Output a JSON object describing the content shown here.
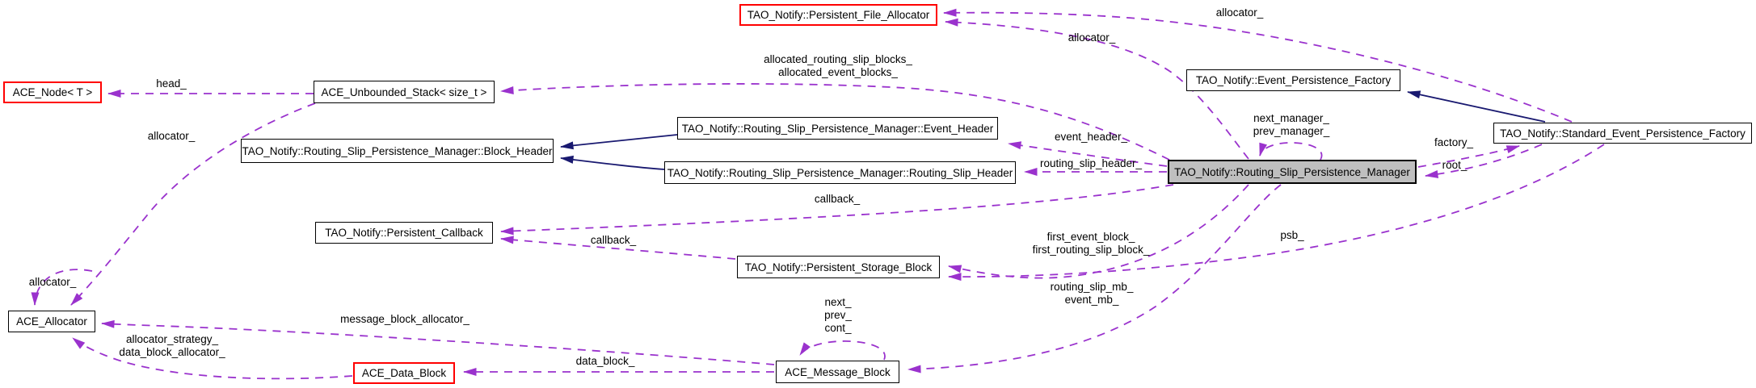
{
  "diagram": {
    "kind": "doxygen-collaboration-graph",
    "focus_class": "TAO_Notify::Routing_Slip_Persistence_Manager",
    "colors": {
      "background": "#ffffff",
      "usage_edge": "#9a32cd",
      "inheritance_edge": "#191970",
      "node_border": "#000000",
      "truncated_node_border": "#ff0000",
      "focus_node_fill": "#bfbfbf"
    }
  },
  "nodes": [
    {
      "id": "ace-node",
      "label": "ACE_Node< T >"
    },
    {
      "id": "ace-unbounded-stack",
      "label": "ACE_Unbounded_Stack< size_t >"
    },
    {
      "id": "persistent-file-allocator",
      "label": "TAO_Notify::Persistent_File_Allocator"
    },
    {
      "id": "block-header",
      "label": "TAO_Notify::Routing_Slip_Persistence_Manager::Block_Header"
    },
    {
      "id": "event-header",
      "label": "TAO_Notify::Routing_Slip_Persistence_Manager::Event_Header"
    },
    {
      "id": "routing-slip-header",
      "label": "TAO_Notify::Routing_Slip_Persistence_Manager::Routing_Slip_Header"
    },
    {
      "id": "event-persistence-factory",
      "label": "TAO_Notify::Event_Persistence_Factory"
    },
    {
      "id": "standard-event-persistence-factory",
      "label": "TAO_Notify::Standard_Event_Persistence_Factory"
    },
    {
      "id": "routing-slip-persistence-manager",
      "label": "TAO_Notify::Routing_Slip_Persistence_Manager"
    },
    {
      "id": "persistent-callback",
      "label": "TAO_Notify::Persistent_Callback"
    },
    {
      "id": "persistent-storage-block",
      "label": "TAO_Notify::Persistent_Storage_Block"
    },
    {
      "id": "ace-allocator",
      "label": "ACE_Allocator"
    },
    {
      "id": "ace-data-block",
      "label": "ACE_Data_Block"
    },
    {
      "id": "ace-message-block",
      "label": "ACE_Message_Block"
    }
  ],
  "edge_labels": [
    {
      "id": "head",
      "text": "head_"
    },
    {
      "id": "stack-allocator",
      "text": "allocator_"
    },
    {
      "id": "allocated-blocks",
      "text": "allocated_routing_slip_blocks_\nallocated_event_blocks_"
    },
    {
      "id": "manager-allocator",
      "text": "allocator_"
    },
    {
      "id": "factory-allocator",
      "text": "allocator_"
    },
    {
      "id": "manager-selfloop",
      "text": "next_manager_\nprev_manager_"
    },
    {
      "id": "event-header",
      "text": "event_header_"
    },
    {
      "id": "routing-slip-header",
      "text": "routing_slip_header_"
    },
    {
      "id": "factory",
      "text": "factory_"
    },
    {
      "id": "root",
      "text": "root_"
    },
    {
      "id": "manager-callback",
      "text": "callback_"
    },
    {
      "id": "psb-callback",
      "text": "callback_"
    },
    {
      "id": "first-blocks",
      "text": "first_event_block_\nfirst_routing_slip_block_"
    },
    {
      "id": "psb",
      "text": "psb_"
    },
    {
      "id": "manager-mb",
      "text": "routing_slip_mb_\nevent_mb_"
    },
    {
      "id": "allocator",
      "text": "allocator_"
    },
    {
      "id": "message-block-allocator",
      "text": "message_block_allocator_"
    },
    {
      "id": "data-block-allocator",
      "text": "allocator_strategy_\ndata_block_allocator_"
    },
    {
      "id": "data-block",
      "text": "data_block_"
    },
    {
      "id": "mb-selfloop",
      "text": "next_\nprev_\ncont_"
    }
  ]
}
